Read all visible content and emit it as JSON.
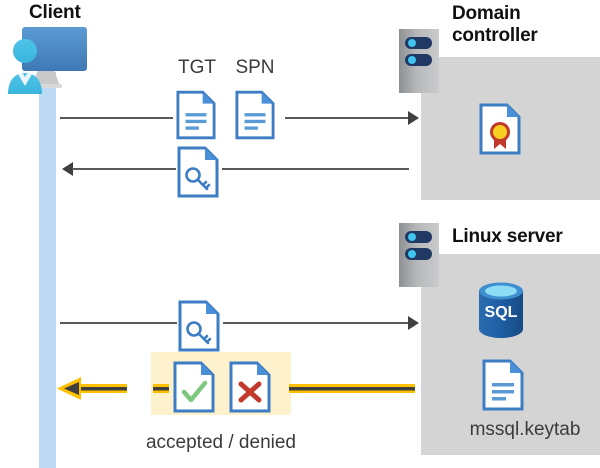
{
  "diagram": {
    "title_client": "Client",
    "title_domain_controller": "Domain\ncontroller",
    "title_domain_controller_line1": "Domain",
    "title_domain_controller_line2": "controller",
    "title_linux_server": "Linux server",
    "label_tgt": "TGT",
    "label_spn": "SPN",
    "label_keytab": "mssql.keytab",
    "label_result": "accepted / denied"
  },
  "icons": {
    "client": "user-at-computer-icon",
    "server_tower_dc": "server-tower-icon",
    "server_tower_linux": "server-tower-icon",
    "tgt_document": "document-icon",
    "spn_document": "document-icon",
    "ticket_key_document": "document-with-key-icon",
    "session_key_document": "document-with-key-icon",
    "certificate": "certificate-document-icon",
    "sql_database": "sql-database-icon",
    "keytab_document": "document-icon",
    "accepted_document": "document-with-checkmark-icon",
    "denied_document": "document-with-x-icon"
  },
  "colors": {
    "panel_gray": "#d4d4d4",
    "lifeline_blue": "#bcd9f5",
    "doc_blue": "#3c7dc4",
    "gold": "#FFC000",
    "highlight_yellow": "#fdf2cc",
    "arrow_gray": "#595959",
    "accept_green": "#7ec77e",
    "deny_red": "#c0392b",
    "sql_blue": "#2a6cb0",
    "cert_red": "#c0392b",
    "cert_gold": "#f5d020"
  },
  "flows": [
    {
      "name": "client-to-dc-tgt-spn",
      "direction": "right",
      "from": "Client",
      "to": "Domain controller"
    },
    {
      "name": "dc-to-client-ticket",
      "direction": "left",
      "from": "Domain controller",
      "to": "Client"
    },
    {
      "name": "client-to-linux-ticket",
      "direction": "right",
      "from": "Client",
      "to": "Linux server"
    },
    {
      "name": "linux-to-client-result",
      "direction": "left",
      "from": "Linux server",
      "to": "Client"
    }
  ]
}
